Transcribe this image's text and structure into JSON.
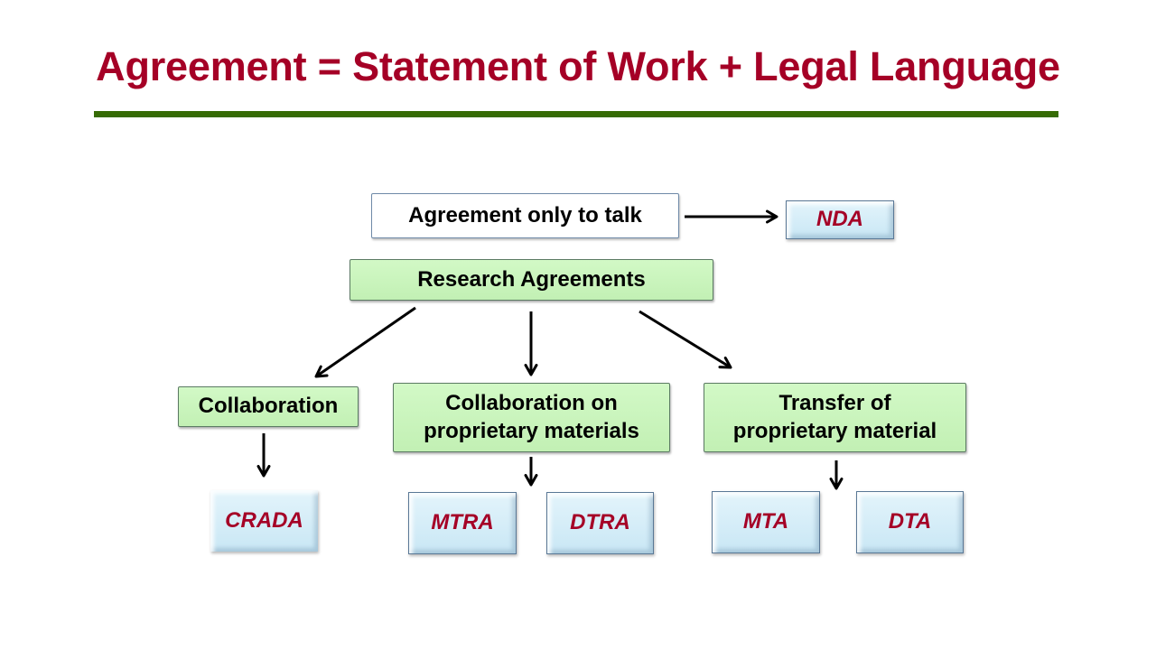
{
  "title": "Agreement = Statement of Work + Legal Language",
  "colors": {
    "title": "#a50026",
    "rule": "#366b05",
    "category_fill": "#c8f4b9",
    "agreement_fill": "#d6eef9",
    "agreement_text": "#a50026"
  },
  "diagram": {
    "talk_box": "Agreement only to talk",
    "nda": "NDA",
    "research": "Research Agreements",
    "categories": [
      {
        "label_lines": [
          "Collaboration"
        ],
        "agreements": [
          "CRADA"
        ]
      },
      {
        "label_lines": [
          "Collaboration on",
          "proprietary materials"
        ],
        "agreements": [
          "MTRA",
          "DTRA"
        ]
      },
      {
        "label_lines": [
          "Transfer of",
          "proprietary material"
        ],
        "agreements": [
          "MTA",
          "DTA"
        ]
      }
    ]
  }
}
